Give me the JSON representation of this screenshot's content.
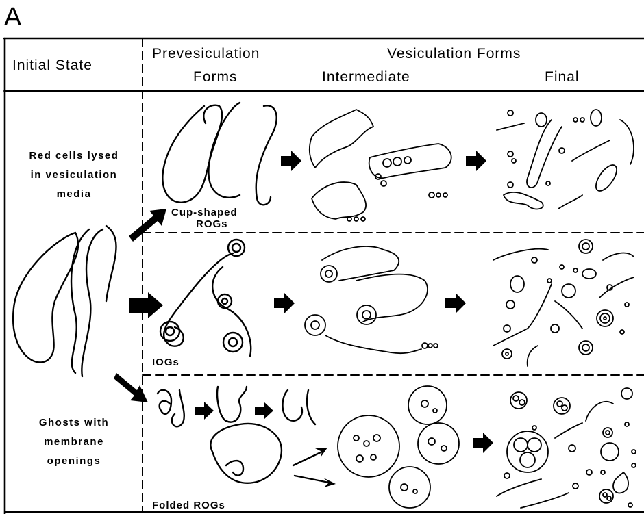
{
  "panel_letter": "A",
  "headers": {
    "initial_state": "Initial State",
    "prevesiculation_line1": "Prevesiculation",
    "prevesiculation_line2": "Forms",
    "vesiculation_forms": "Vesiculation Forms",
    "intermediate": "Intermediate",
    "final": "Final"
  },
  "row_labels": {
    "red_cells_line1": "Red cells lysed",
    "red_cells_line2": "in  vesiculation",
    "red_cells_line3": "media",
    "ghosts_line1": "Ghosts with",
    "ghosts_line2": "membrane",
    "ghosts_line3": "openings"
  },
  "form_labels": {
    "cup_shaped_line1": "Cup-shaped",
    "cup_shaped_line2": "ROGs",
    "iogs": "IOGs",
    "folded_rogs": "Folded ROGs"
  },
  "colors": {
    "ink": "#000000",
    "background": "#ffffff"
  }
}
